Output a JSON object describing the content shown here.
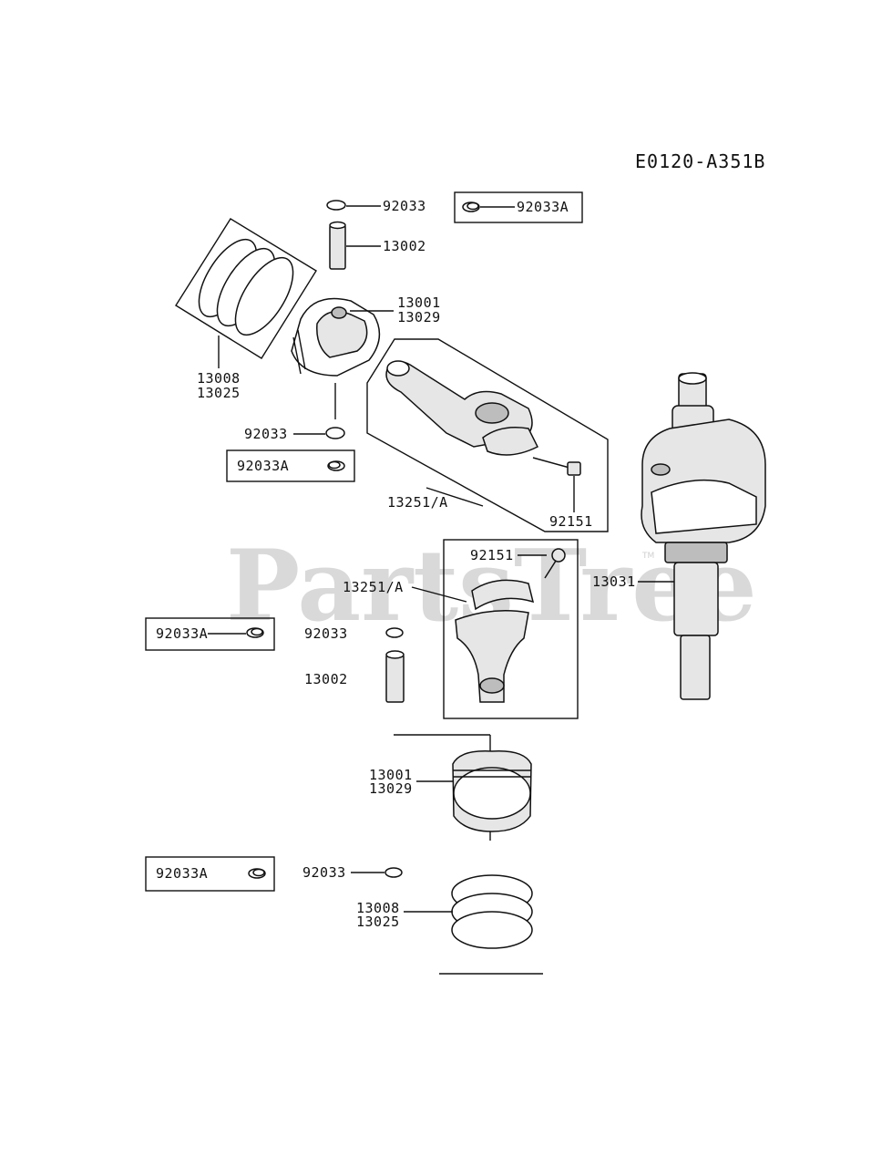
{
  "diagram_code": "E0120-A351B",
  "watermark": {
    "text": "PartsTree",
    "tm": "TM"
  },
  "labels": {
    "ring_top": "92033",
    "ring_top_alt": "92033A",
    "pin_top": "13002",
    "piston_top_a": "13001",
    "piston_top_b": "13029",
    "rings_top_a": "13008",
    "rings_top_b": "13025",
    "clip_left": "92033",
    "clip_left_alt": "92033A",
    "rod_top": "13251/A",
    "bolt_top": "92151",
    "bolt_mid": "92151",
    "rod_mid": "13251/A",
    "crank": "13031",
    "clip_mid_alt": "92033A",
    "clip_mid": "92033",
    "pin_mid": "13002",
    "piston_bot_a": "13001",
    "piston_bot_b": "13029",
    "clip_bot_alt": "92033A",
    "clip_bot": "92033",
    "rings_bot_a": "13008",
    "rings_bot_b": "13025"
  }
}
